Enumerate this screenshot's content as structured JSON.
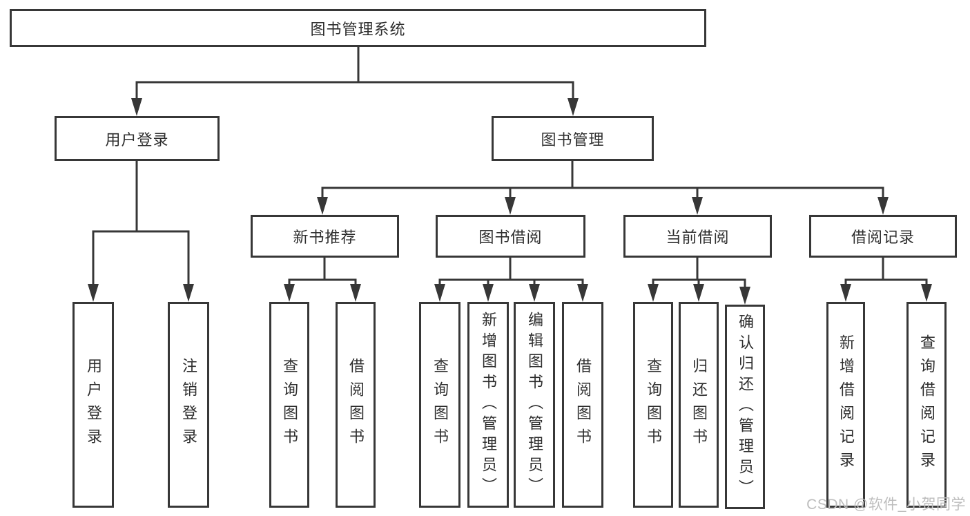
{
  "diagram": {
    "root": {
      "label": "图书管理系统",
      "children": [
        {
          "label": "用户登录",
          "children": [
            {
              "label": "用户登录"
            },
            {
              "label": "注销登录"
            }
          ]
        },
        {
          "label": "图书管理",
          "children": [
            {
              "label": "新书推荐",
              "children": [
                {
                  "label": "查询图书"
                },
                {
                  "label": "借阅图书"
                }
              ]
            },
            {
              "label": "图书借阅",
              "children": [
                {
                  "label": "查询图书"
                },
                {
                  "label": "新增图书（管理员）"
                },
                {
                  "label": "编辑图书（管理员）"
                },
                {
                  "label": "借阅图书"
                }
              ]
            },
            {
              "label": "当前借阅",
              "children": [
                {
                  "label": "查询图书"
                },
                {
                  "label": "归还图书"
                },
                {
                  "label": "确认归还（管理员）"
                }
              ]
            },
            {
              "label": "借阅记录",
              "children": [
                {
                  "label": "新增借阅记录"
                },
                {
                  "label": "查询借阅记录"
                }
              ]
            }
          ]
        }
      ]
    }
  },
  "watermark": {
    "text": "CSDN @软件_小贺同学"
  },
  "colors": {
    "line": "#373737",
    "text": "#2e2e2e",
    "background": "#ffffff",
    "watermark": "#bdbdbd"
  }
}
